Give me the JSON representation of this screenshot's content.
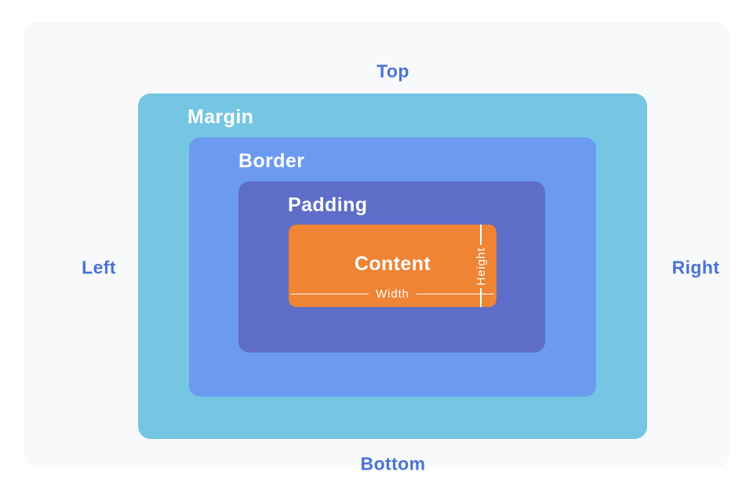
{
  "outer_labels": {
    "top": "Top",
    "bottom": "Bottom",
    "left": "Left",
    "right": "Right"
  },
  "boxes": {
    "margin": {
      "label": "Margin",
      "color": "#74c6e3"
    },
    "border": {
      "label": "Border",
      "color": "#6b9af0"
    },
    "padding": {
      "label": "Padding",
      "color": "#5e6dc7"
    },
    "content": {
      "label": "Content",
      "color": "#ee8434"
    }
  },
  "dimensions": {
    "width": "Width",
    "height": "Height"
  },
  "colors": {
    "page_bg": "#ffffff",
    "panel_bg": "#f8f9fa",
    "outer_label_text": "#4a73d6",
    "box_label_text": "#ffffff",
    "dimension_line": "#ffffff"
  }
}
